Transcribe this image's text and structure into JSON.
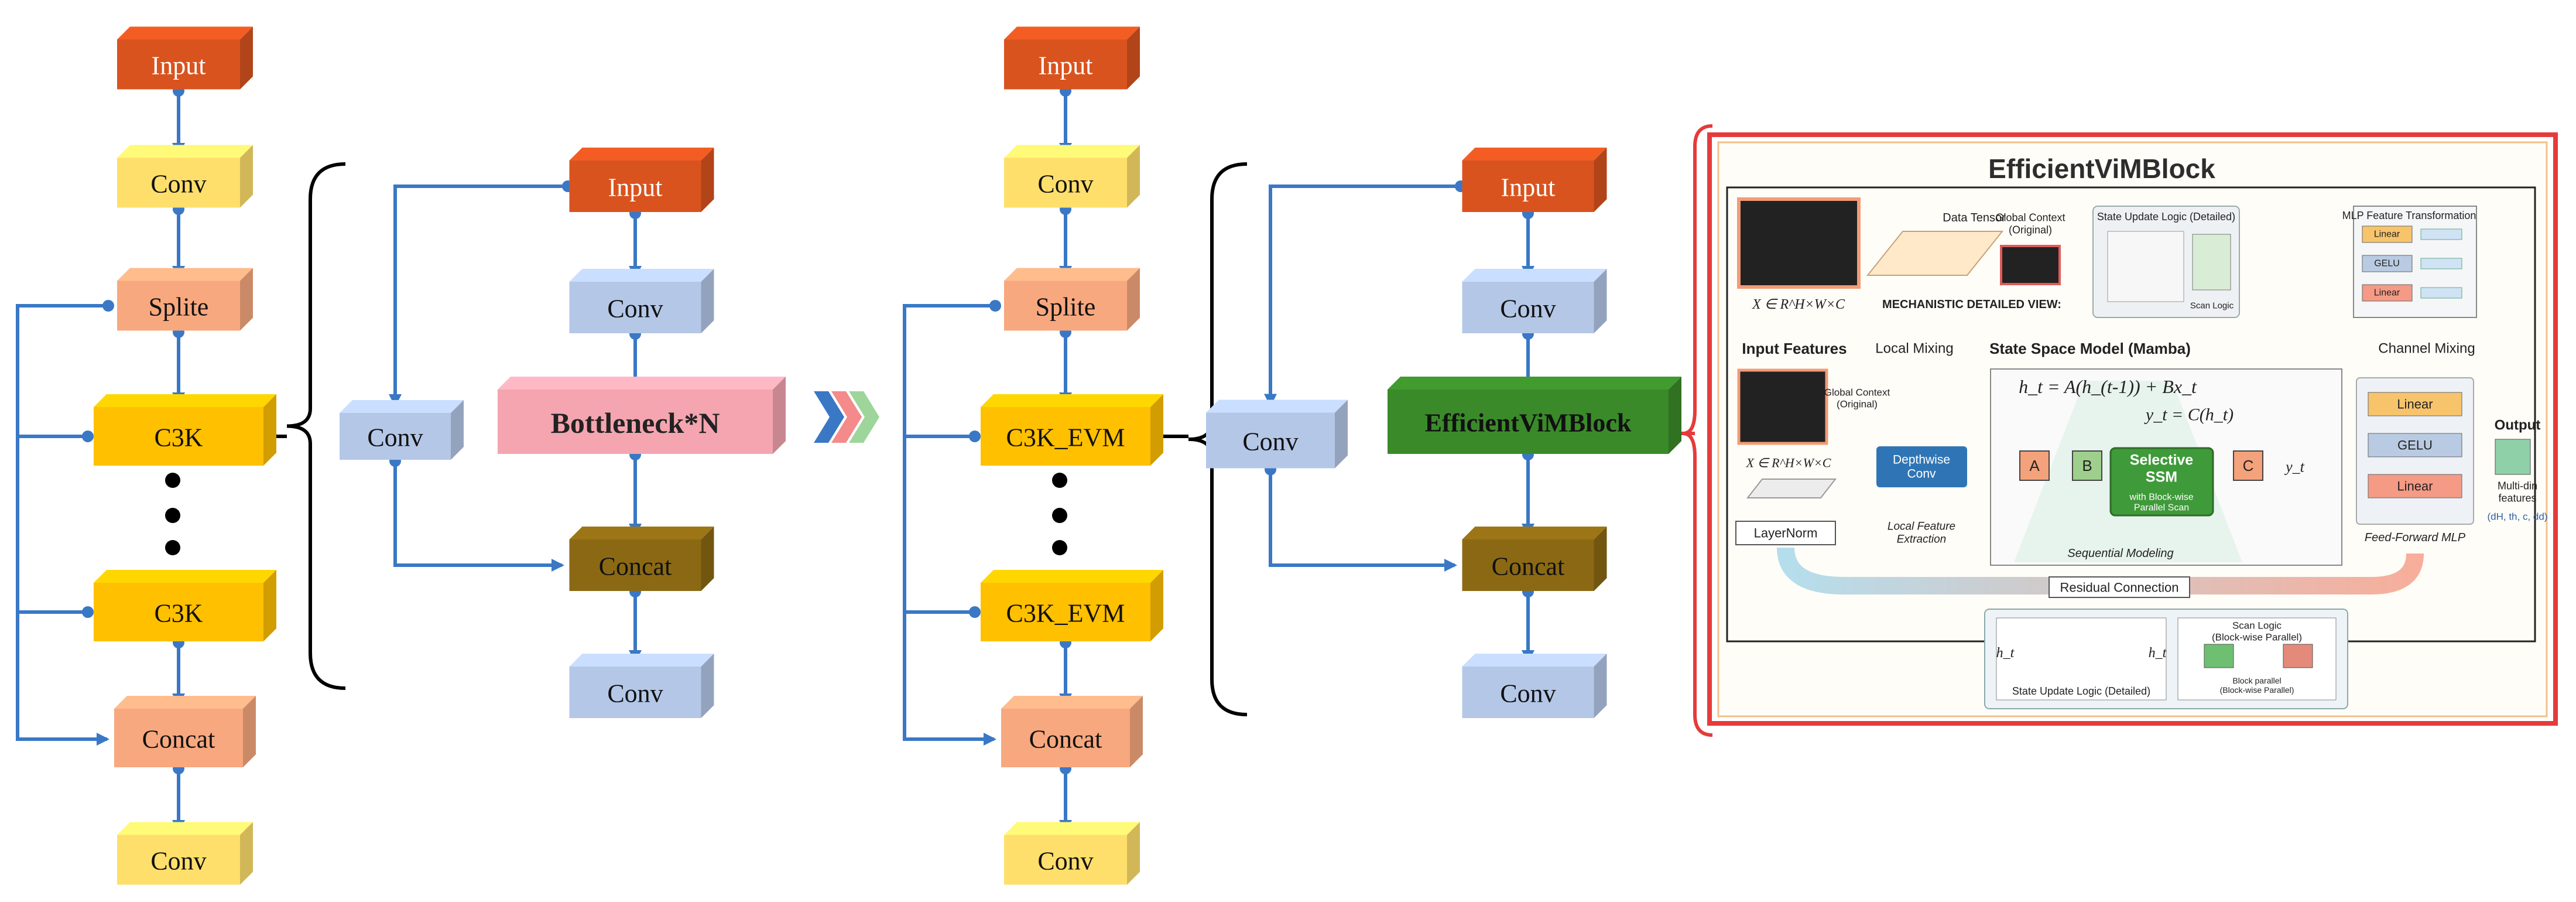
{
  "left_diagram": {
    "input": "Input",
    "conv1": "Conv",
    "split": "Splite",
    "c3k_a": "C3K",
    "dots": "•\n•\n•",
    "c3k_b": "C3K",
    "concat": "Concat",
    "conv_out": "Conv"
  },
  "left_bottleneck": {
    "input": "Input",
    "conv_side": "Conv",
    "conv_mid": "Conv",
    "block": "Bottleneck*N",
    "concat": "Concat",
    "conv_out": "Conv"
  },
  "right_diagram": {
    "input": "Input",
    "conv1": "Conv",
    "split": "Splite",
    "c3k_a": "C3K_EVM",
    "c3k_b": "C3K_EVM",
    "concat": "Concat",
    "conv_out": "Conv"
  },
  "right_block": {
    "input": "Input",
    "conv_side": "Conv",
    "conv_mid": "Conv",
    "block": "EfficientViMBlock",
    "concat": "Concat",
    "conv_out": "Conv"
  },
  "detail_panel": {
    "title": "EfficientViMBlock",
    "data_tensor": "Data Tensor",
    "global_context_original": "Global Context\n(Original)",
    "mechanistic_view": "MECHANISTIC DETAILED VIEW:",
    "x_formula": "X ∈ R^H×W×C",
    "state_update_title": "State Update Logic (Detailed)",
    "scan_logic": "Scan Logic",
    "mlp_title": "MLP Feature Transformation",
    "linear": "Linear",
    "gelu": "GELU",
    "input_features": "Input Features",
    "local_mixing": "Local Mixing",
    "ssm_title": "State Space Model (Mamba)",
    "channel_mixing": "Channel Mixing",
    "ssm_formula": "h_t = A(h_(t-1)) + Bx_t",
    "yt_formula": "y_t = C(h_t)",
    "depthwise_conv": "Depthwise\nConv",
    "local_feature_extraction": "Local Feature\nExtraction",
    "A": "A",
    "B": "B",
    "C": "C",
    "selective_ssm": "Selective\nSSM",
    "selective_ssm_sub": "with Block-wise\nParallel Scan",
    "sequential_modeling": "Sequential Modeling",
    "layernorm": "LayerNorm",
    "feed_forward_mlp": "Feed-Forward MLP",
    "output": "Output",
    "multi_dim": "Multi-din\nfeatures",
    "dims": "(dH, th, c, dd)",
    "residual": "Residual Connection",
    "scan_logic_block": "Scan Logic\n(Block-wise Parallel)",
    "block_parallel": "Block parallel\n(Block-wise Parallel)",
    "ht": "h_t",
    "yt": "y_t"
  },
  "colors": {
    "input": "#d9531f",
    "conv": "#ffdf6b",
    "split": "#f8a87e",
    "c3k": "#ffc000",
    "concat": "#8b6914",
    "conv_blue": "#b4c7e7",
    "bottleneck": "#f4a5b0",
    "evm_block": "#3a8a2a",
    "arrow": "#3a78c6",
    "panel_border": "#e53b3b"
  }
}
